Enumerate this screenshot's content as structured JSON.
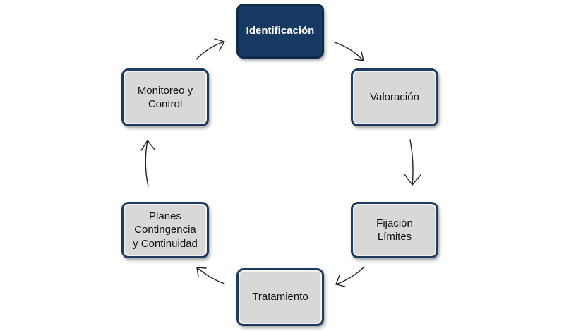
{
  "diagram": {
    "nodes": [
      {
        "id": "identificacion",
        "label": "Identificación",
        "highlighted": true
      },
      {
        "id": "valoracion",
        "label": "Valoración",
        "highlighted": false
      },
      {
        "id": "fijacion",
        "label": "Fijación\nLímites",
        "highlighted": false
      },
      {
        "id": "tratamiento",
        "label": "Tratamiento",
        "highlighted": false
      },
      {
        "id": "planes",
        "label": "Planes\nContingencia\ny Continuidad",
        "highlighted": false
      },
      {
        "id": "monitoreo",
        "label": "Monitoreo y\nControl",
        "highlighted": false
      }
    ],
    "edges": [
      {
        "from": "identificacion",
        "to": "valoracion"
      },
      {
        "from": "valoracion",
        "to": "fijacion"
      },
      {
        "from": "fijacion",
        "to": "tratamiento"
      },
      {
        "from": "tratamiento",
        "to": "planes"
      },
      {
        "from": "planes",
        "to": "monitoreo"
      },
      {
        "from": "monitoreo",
        "to": "identificacion"
      }
    ],
    "colors": {
      "highlight_fill": "#173a63",
      "node_fill": "#d8d8d8",
      "border": "#1f3a5f",
      "arrow": "#222222"
    }
  }
}
